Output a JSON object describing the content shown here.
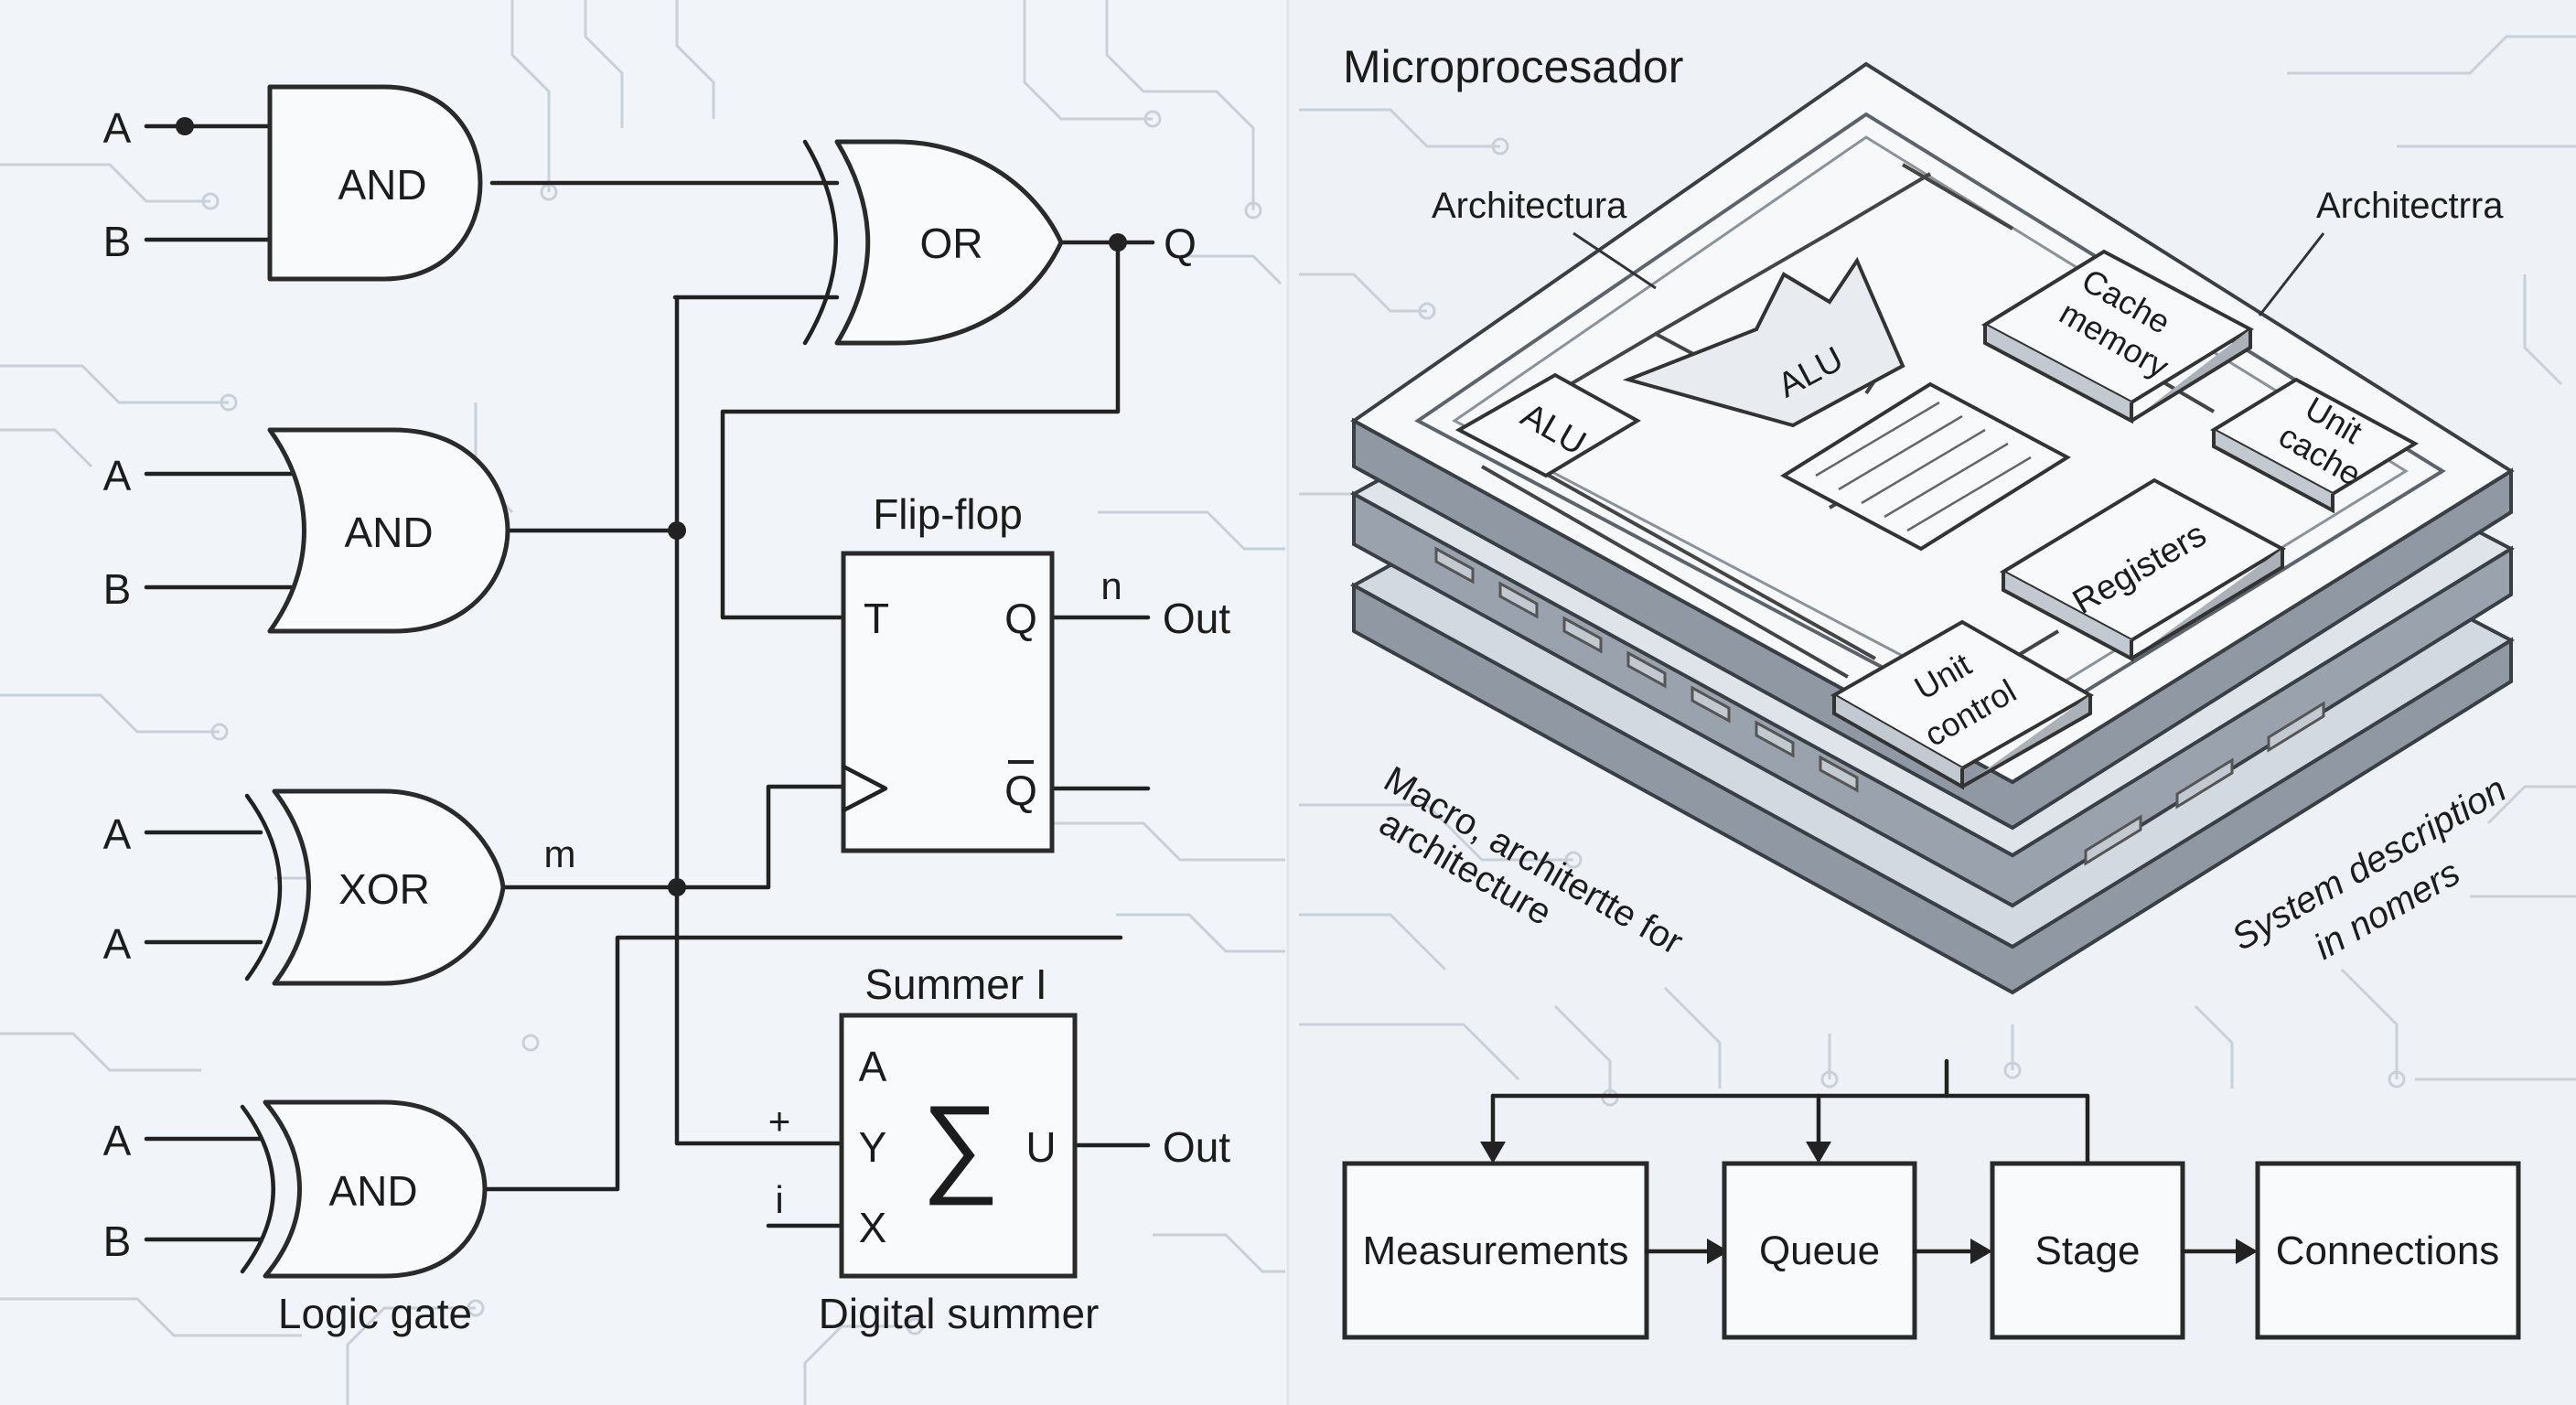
{
  "left": {
    "gates": [
      {
        "type": "AND",
        "label": "AND",
        "in1": "A",
        "in2": "B"
      },
      {
        "type": "OR",
        "label": "OR",
        "out": "Q"
      },
      {
        "type": "AND",
        "label": "AND",
        "in1": "A",
        "in2": "B"
      },
      {
        "type": "XOR",
        "label": "XOR",
        "in1": "A",
        "in2": "A",
        "out_tag": "m"
      },
      {
        "type": "AND",
        "label": "AND",
        "in1": "A",
        "in2": "B"
      }
    ],
    "flipflop": {
      "title": "Flip-flop",
      "pin_t": "T",
      "pin_q": "Q",
      "pin_qbar": "Q",
      "out_tag": "n",
      "out_label": "Out"
    },
    "summer": {
      "title": "Summer I",
      "pin_a": "A",
      "pin_y": "Y",
      "pin_x": "X",
      "symbol": "∑",
      "pin_u": "U",
      "tag_plus": "+",
      "tag_i": "i",
      "out_label": "Out"
    },
    "caption_logic": "Logic gate",
    "caption_summer": "Digital summer"
  },
  "right": {
    "title": "Microprocesador",
    "callout_left": "Architectura",
    "callout_right": "Architectrra",
    "components": {
      "alu_big": "ALU",
      "alu_small": "ALU",
      "cache_memory": [
        "Cache",
        "memory"
      ],
      "unit_cache": [
        "Unit",
        "cache"
      ],
      "registers": "Registers",
      "unit_control": [
        "Unit",
        "control"
      ]
    },
    "note_left": [
      "Macro, architertte for",
      "architecture"
    ],
    "note_right": [
      "System description",
      "in nomers"
    ],
    "flow": [
      "Measurements",
      "Queue",
      "Stage",
      "Connections"
    ]
  },
  "colors": {
    "background": "#f1f4f8",
    "ink": "#222222",
    "trace": "#c9d0da",
    "chip_top": "#f6f8fa",
    "chip_side": "#8f98a3"
  }
}
